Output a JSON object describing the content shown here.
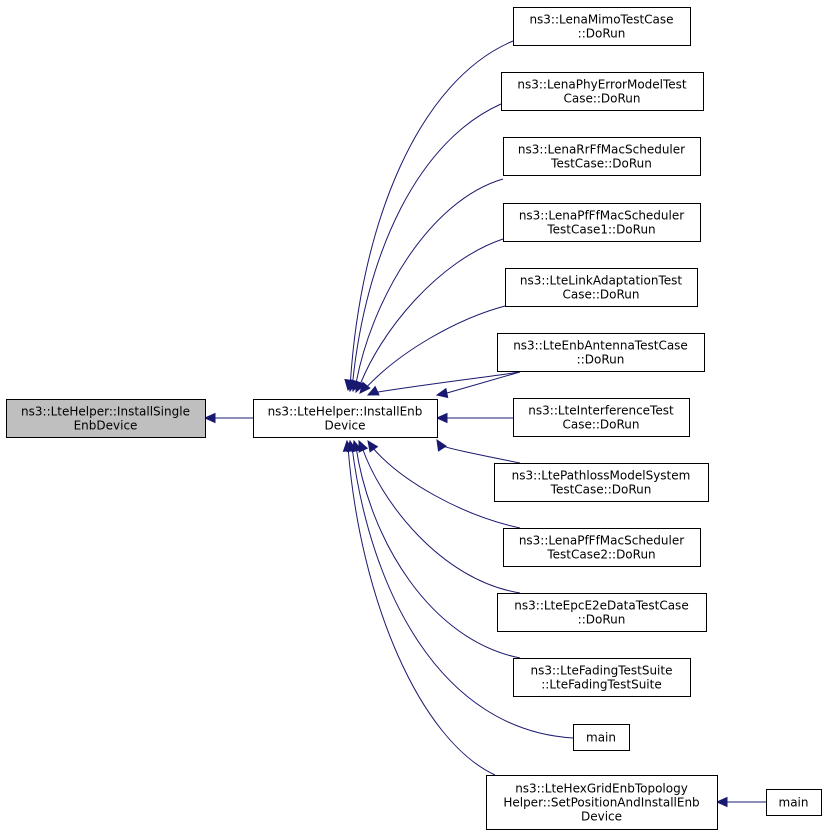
{
  "colors": {
    "edge": "#191970",
    "highlight_fill": "#bfbfbf",
    "node_fill": "#ffffff",
    "node_stroke": "#000000"
  },
  "nodes": {
    "install_single": {
      "lines": [
        "ns3::LteHelper::InstallSingle",
        "EnbDevice"
      ]
    },
    "install_enb": {
      "lines": [
        "ns3::LteHelper::InstallEnb",
        "Device"
      ]
    },
    "lena_mimo": {
      "lines": [
        "ns3::LenaMimoTestCase",
        "::DoRun"
      ]
    },
    "lena_phy": {
      "lines": [
        "ns3::LenaPhyErrorModelTest",
        "Case::DoRun"
      ]
    },
    "lena_rr": {
      "lines": [
        "ns3::LenaRrFfMacScheduler",
        "TestCase::DoRun"
      ]
    },
    "lena_pf1": {
      "lines": [
        "ns3::LenaPfFfMacScheduler",
        "TestCase1::DoRun"
      ]
    },
    "lte_link": {
      "lines": [
        "ns3::LteLinkAdaptationTest",
        "Case::DoRun"
      ]
    },
    "lte_enb_antenna": {
      "lines": [
        "ns3::LteEnbAntennaTestCase",
        "::DoRun"
      ]
    },
    "lte_interference": {
      "lines": [
        "ns3::LteInterferenceTest",
        "Case::DoRun"
      ]
    },
    "lte_pathloss": {
      "lines": [
        "ns3::LtePathlossModelSystem",
        "TestCase::DoRun"
      ]
    },
    "lena_pf2": {
      "lines": [
        "ns3::LenaPfFfMacScheduler",
        "TestCase2::DoRun"
      ]
    },
    "lte_epc": {
      "lines": [
        "ns3::LteEpcE2eDataTestCase",
        "::DoRun"
      ]
    },
    "lte_fading": {
      "lines": [
        "ns3::LteFadingTestSuite",
        "::LteFadingTestSuite"
      ]
    },
    "main1": {
      "lines": [
        "main"
      ]
    },
    "hexgrid": {
      "lines": [
        "ns3::LteHexGridEnbTopology",
        "Helper::SetPositionAndInstallEnb",
        "Device"
      ]
    },
    "main2": {
      "lines": [
        "main"
      ]
    }
  }
}
